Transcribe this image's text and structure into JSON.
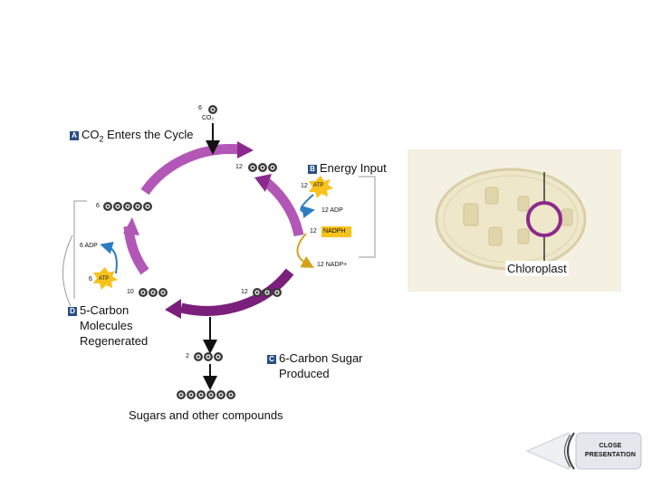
{
  "co2_input": {
    "count": "6",
    "formula": "CO₂"
  },
  "steps": {
    "a": {
      "letter": "A",
      "label_pre": "CO",
      "label_sub": "2",
      "label_post": " Enters the Cycle"
    },
    "b": {
      "letter": "B",
      "label": "Energy Input"
    },
    "c": {
      "letter": "C",
      "line1": "6-Carbon Sugar",
      "line2": "Produced"
    },
    "d": {
      "letter": "D",
      "line1": "5-Carbon",
      "line2": "Molecules",
      "line3": "Regenerated"
    }
  },
  "molecules": {
    "top_right": "12",
    "left_six": "6",
    "bottom_right": "12",
    "bottom_left": "10",
    "output": "2"
  },
  "energy": {
    "atp_count": "12",
    "atp": "ATP",
    "adp": "12 ADP",
    "nadph_count": "12",
    "nadph": "NADPH",
    "nadp": "12 NADP+",
    "left_adp": "6 ADP",
    "left_atp_count": "6",
    "left_atp": "ATP"
  },
  "chloroplast_label": "Chloroplast",
  "sugars_label": "Sugars and other compounds",
  "close_button": {
    "line1": "CLOSE",
    "line2": "PRESENTATION"
  },
  "colors": {
    "cycle": "#8b2a8c",
    "tag": "#2a4f86",
    "atp": "#f7c21b",
    "chloroplast_bg": "#f4f0e2"
  }
}
